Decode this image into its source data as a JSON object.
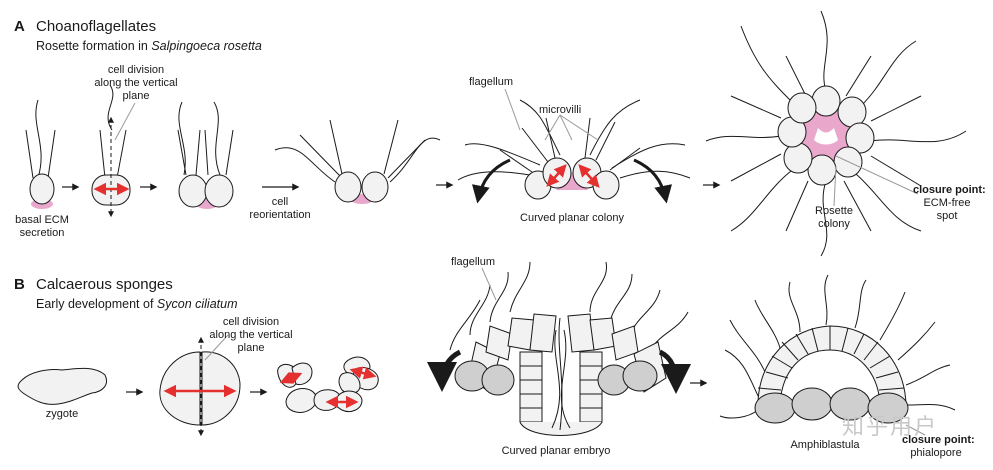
{
  "panel_a": {
    "letter": "A",
    "title": "Choanoflagellates",
    "subtitle_prefix": "Rosette formation in ",
    "subtitle_species": "Salpingoeca rosetta",
    "labels": {
      "basal_ecm_1": "basal ECM",
      "basal_ecm_2": "secretion",
      "cell_division_1": "cell division",
      "cell_division_2": "along the vertical",
      "cell_division_3": "plane",
      "reorientation_1": "cell",
      "reorientation_2": "reorientation",
      "flagellum": "flagellum",
      "microvilli": "microvilli",
      "curved_colony": "Curved planar colony",
      "rosette_1": "Rosette",
      "rosette_2": "colony",
      "closure_point": "closure point:",
      "ecm_free_1": "ECM-free",
      "ecm_free_2": "spot"
    }
  },
  "panel_b": {
    "letter": "B",
    "title": "Calcaerous sponges",
    "subtitle_prefix": "Early development of ",
    "subtitle_species": "Sycon ciliatum",
    "labels": {
      "zygote": "zygote",
      "cell_division_1": "cell division",
      "cell_division_2": "along the vertical",
      "cell_division_3": "plane",
      "flagellum": "flagellum",
      "curved_embryo": "Curved planar embryo",
      "amphiblastula": "Amphiblastula",
      "closure_point": "closure point:",
      "phialopore": "phialopore"
    }
  },
  "watermark": "知乎用户",
  "colors": {
    "cell_fill": "#f2f2f2",
    "grey_cell": "#cfcfcf",
    "ecm_pink": "#e9a7cb",
    "arrow_red": "#e53030",
    "line": "#1a1a1a",
    "leader": "#9a9a9a"
  }
}
